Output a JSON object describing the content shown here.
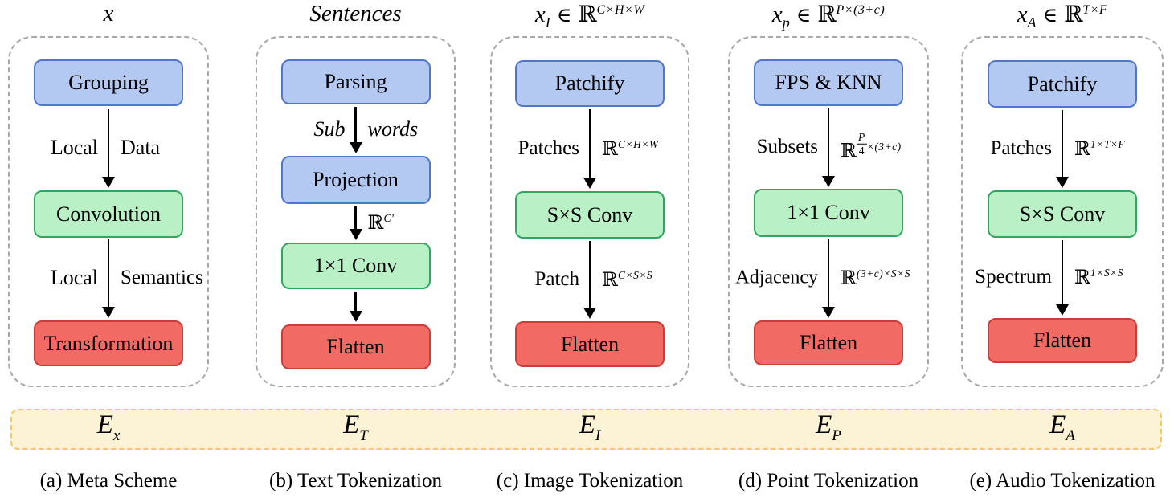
{
  "colors": {
    "blue_fill": "#b3c9f1",
    "blue_border": "#5277c9",
    "green_fill": "#b9f0c6",
    "green_border": "#2fa75f",
    "red_fill": "#f16b64",
    "red_border": "#c93f38",
    "container_border": "#a8a8a8",
    "band_fill": "#fcf2d6",
    "band_border": "#f3c763",
    "arrow": "#000000"
  },
  "columns": [
    {
      "title": {
        "var": "x"
      },
      "boxes": [
        {
          "label": "Grouping",
          "type": "blue"
        },
        {
          "label": "Convolution",
          "type": "green"
        },
        {
          "label": "Transformation",
          "type": "red"
        }
      ],
      "arrows": [
        {
          "left": "Local",
          "right": "Data"
        },
        {
          "left": "Local",
          "right": "Semantics"
        }
      ],
      "e_label": {
        "base": "E",
        "sub": "x"
      },
      "caption": "(a) Meta Scheme"
    },
    {
      "title": {
        "var": "Sentences"
      },
      "boxes": [
        {
          "label": "Parsing",
          "type": "blue"
        },
        {
          "label": "Projection",
          "type": "blue"
        },
        {
          "label": "1×1 Conv",
          "type": "green"
        },
        {
          "label": "Flatten",
          "type": "red"
        }
      ],
      "arrows": [
        {
          "left": "Sub",
          "right": "words"
        },
        {
          "math": {
            "base": "ℝ",
            "sup": "C′"
          }
        },
        {}
      ],
      "e_label": {
        "base": "E",
        "sub": "T"
      },
      "caption": "(b) Text Tokenization"
    },
    {
      "title": {
        "var": "x",
        "sub": "I",
        "in": "∈",
        "base": "ℝ",
        "sup": "C×H×W"
      },
      "boxes": [
        {
          "label": "Patchify",
          "type": "blue"
        },
        {
          "label": "S×S Conv",
          "type": "green"
        },
        {
          "label": "Flatten",
          "type": "red"
        }
      ],
      "arrows": [
        {
          "left": "Patches",
          "math": {
            "base": "ℝ",
            "sup": "C×H×W"
          }
        },
        {
          "left": "Patch",
          "math": {
            "base": "ℝ",
            "sup": "C×S×S"
          }
        }
      ],
      "e_label": {
        "base": "E",
        "sub": "I"
      },
      "caption": "(c) Image Tokenization"
    },
    {
      "title": {
        "var": "x",
        "sub": "p",
        "in": "∈",
        "base": "ℝ",
        "sup": "P×(3+c)"
      },
      "boxes": [
        {
          "label": "FPS & KNN",
          "type": "blue"
        },
        {
          "label": "1×1 Conv",
          "type": "green"
        },
        {
          "label": "Flatten",
          "type": "red"
        }
      ],
      "arrows": [
        {
          "left": "Subsets",
          "math": {
            "base": "ℝ",
            "frac": {
              "num": "P",
              "den": "4"
            },
            "sup": "×(3+c)"
          }
        },
        {
          "left": "Adjacency",
          "math": {
            "base": "ℝ",
            "sup": "(3+c)×S×S"
          }
        }
      ],
      "e_label": {
        "base": "E",
        "sub": "P"
      },
      "caption": "(d) Point Tokenization"
    },
    {
      "title": {
        "var": "x",
        "sub": "A",
        "in": "∈",
        "base": "ℝ",
        "sup": "T×F"
      },
      "boxes": [
        {
          "label": "Patchify",
          "type": "blue"
        },
        {
          "label": "S×S Conv",
          "type": "green"
        },
        {
          "label": "Flatten",
          "type": "red"
        }
      ],
      "arrows": [
        {
          "left": "Patches",
          "math": {
            "base": "ℝ",
            "sup": "1×T×F"
          }
        },
        {
          "left": "Spectrum",
          "math": {
            "base": "ℝ",
            "sup": "1×S×S"
          }
        }
      ],
      "e_label": {
        "base": "E",
        "sub": "A"
      },
      "caption": "(e) Audio Tokenization"
    }
  ]
}
